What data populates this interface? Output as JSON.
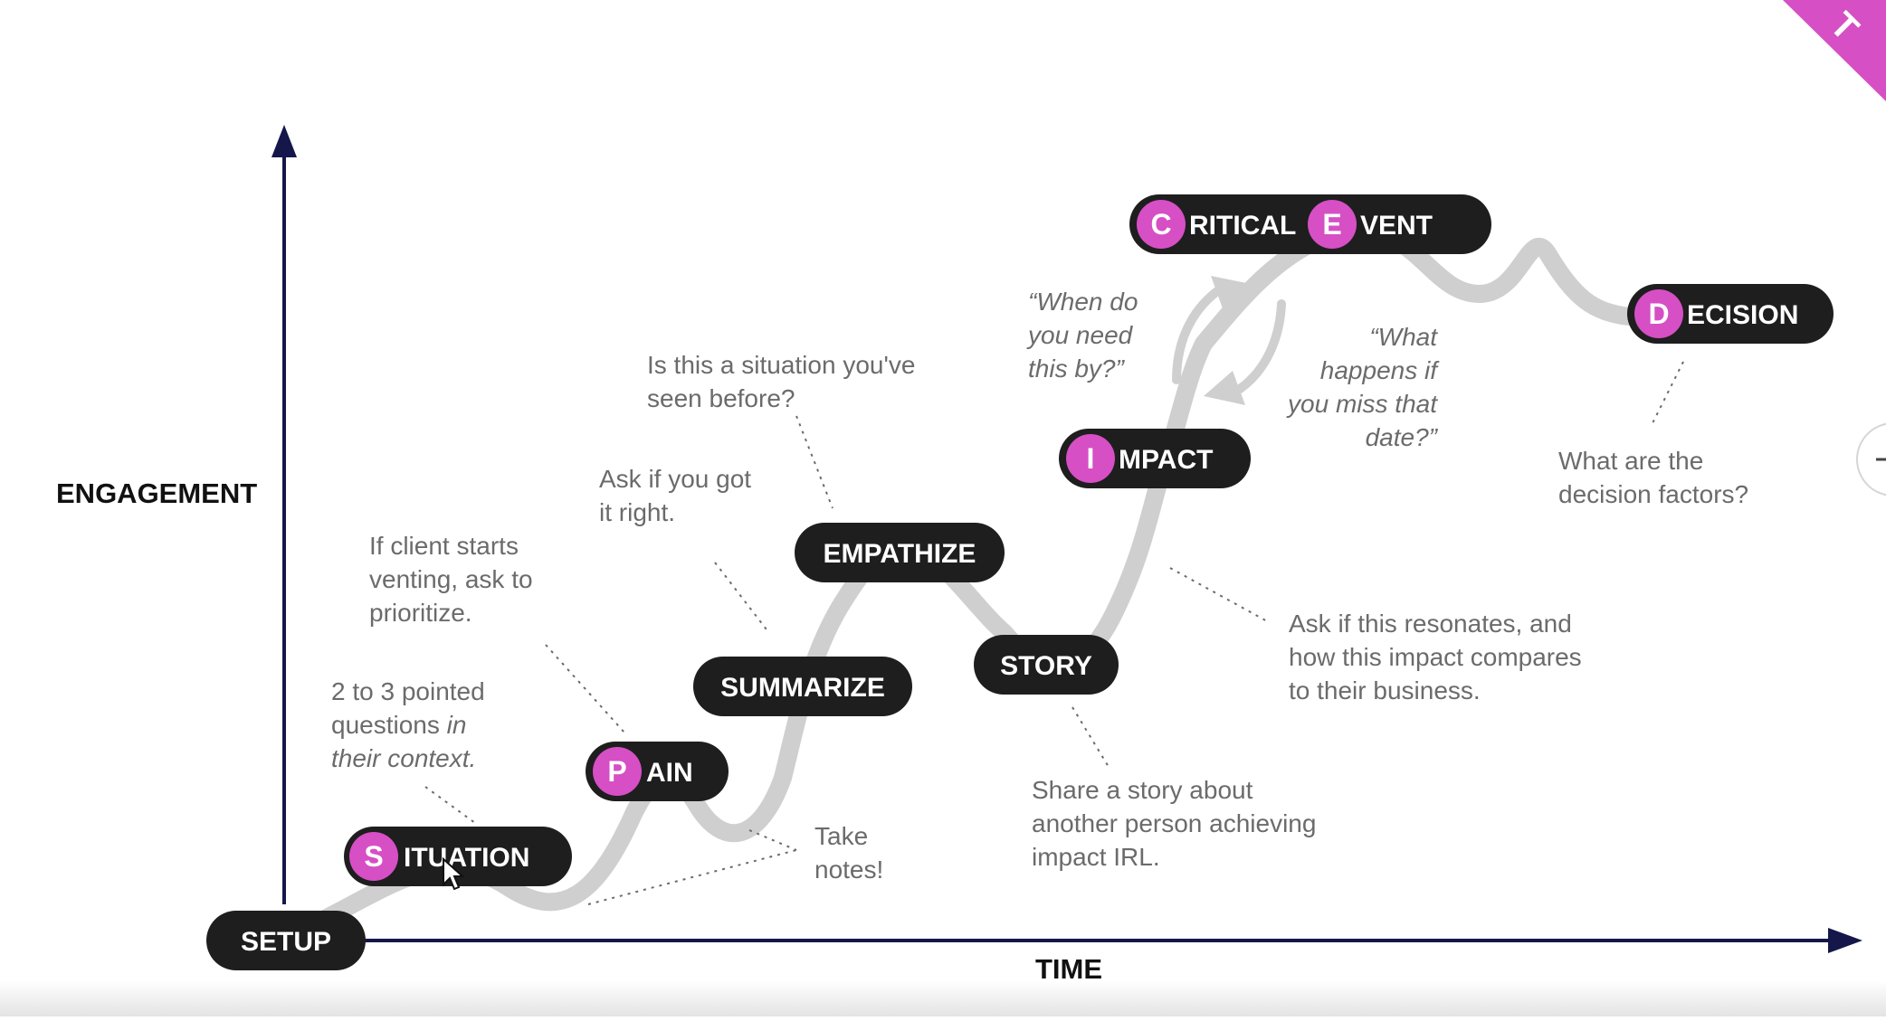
{
  "axes": {
    "y_label": "ENGAGEMENT",
    "x_label": "TIME"
  },
  "stages": {
    "setup": {
      "label": "SETUP"
    },
    "situation": {
      "initial": "S",
      "rest": "ITUATION"
    },
    "pain": {
      "initial": "P",
      "rest": "AIN"
    },
    "summarize": {
      "label": "SUMMARIZE"
    },
    "empathize": {
      "label": "EMPATHIZE"
    },
    "story": {
      "label": "STORY"
    },
    "impact": {
      "initial": "I",
      "rest": "MPACT"
    },
    "critical_event": {
      "initial1": "C",
      "rest1": "RITICAL",
      "initial2": "E",
      "rest2": "VENT"
    },
    "decision": {
      "initial": "D",
      "rest": "ECISION"
    }
  },
  "notes": {
    "situation_note": {
      "line1": "2 to 3 pointed",
      "line2a": "questions ",
      "line2b": "in",
      "line3": "their context."
    },
    "pain_note": {
      "line1": "If client starts",
      "line2": "venting, ask to",
      "line3": "prioritize."
    },
    "summarize_note": {
      "line1": "Ask if you got",
      "line2": "it right."
    },
    "empathize_note": {
      "line1": "Is this a situation you've",
      "line2": "seen before?"
    },
    "take_notes": {
      "line1": "Take",
      "line2": "notes!"
    },
    "story_note": {
      "line1": "Share a story about",
      "line2": "another person achieving",
      "line3": "impact IRL."
    },
    "impact_note": {
      "line1": "Ask if this resonates, and",
      "line2": "how this impact compares",
      "line3": "to their business."
    },
    "when_quote": {
      "line1": "“When do",
      "line2": "you need",
      "line3": "this by?”"
    },
    "miss_quote": {
      "line1": "“What",
      "line2": "happens if",
      "line3": "you miss that",
      "line4": "date?”"
    },
    "decision_note": {
      "line1": "What are the",
      "line2": "decision factors?"
    }
  },
  "colors": {
    "pill": "#1e1e1e",
    "accent": "#d64fc4",
    "path": "#cfcfcf",
    "axis": "#15174a",
    "note": "#6b6b6b"
  }
}
